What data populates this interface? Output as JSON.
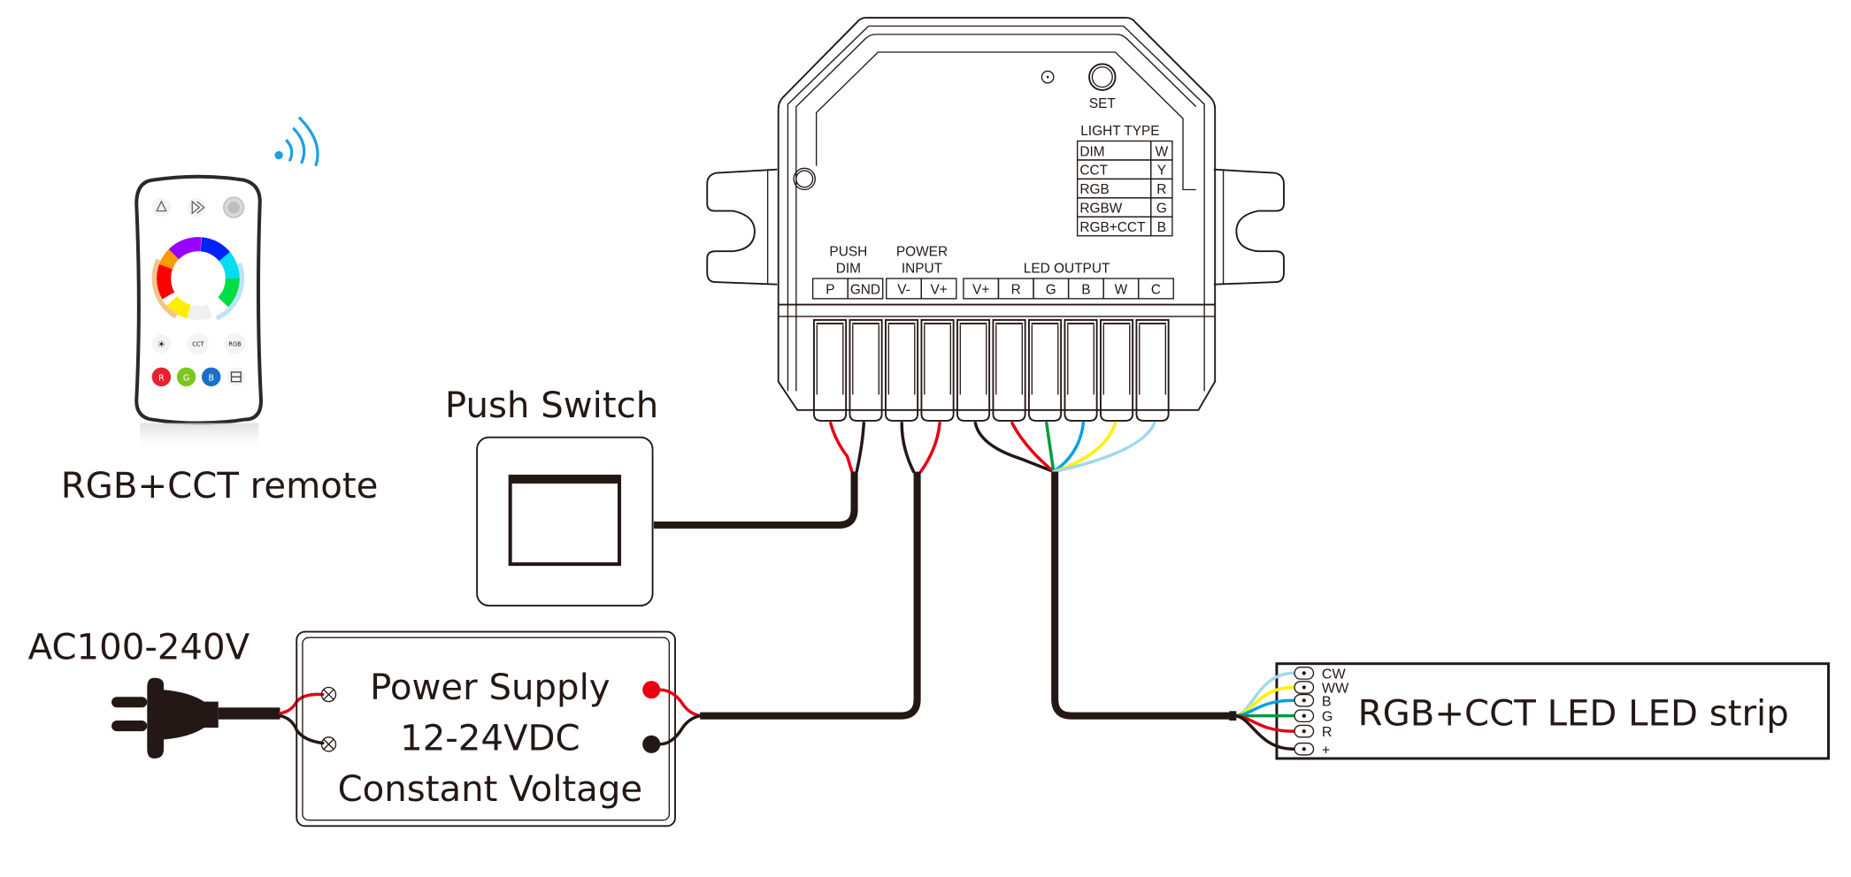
{
  "title": "RGB+CCT LED controller wiring diagram",
  "colors": {
    "ink": "#231815",
    "wire_red": "#e60012",
    "wire_black": "#231815",
    "wire_green": "#009944",
    "wire_blue": "#00a0e9",
    "wire_yellow": "#fff100",
    "wire_lightblue": "#a0d8ef",
    "signal_blue": "#1ea0e0"
  },
  "remote": {
    "label": "RGB+CCT remote",
    "buttons_top": [
      "scene-icon",
      "play-icon",
      "power-icon"
    ],
    "buttons_mid": [
      "☀",
      "CCT",
      "RGB"
    ],
    "buttons_color": [
      {
        "label": "R",
        "color": "#e8202f"
      },
      {
        "label": "G",
        "color": "#7dc520"
      },
      {
        "label": "B",
        "color": "#1c6fc9"
      }
    ],
    "save_icon": "save-icon"
  },
  "controller": {
    "set_label": "SET",
    "light_type": {
      "title": "LIGHT TYPE",
      "rows": [
        {
          "type": "DIM",
          "code": "W"
        },
        {
          "type": "CCT",
          "code": "Y"
        },
        {
          "type": "RGB",
          "code": "R"
        },
        {
          "type": "RGBW",
          "code": "G"
        },
        {
          "type": "RGB+CCT",
          "code": "B"
        }
      ]
    },
    "groups": [
      {
        "title_lines": [
          "PUSH",
          "DIM"
        ],
        "terminals": [
          "P",
          "GND"
        ]
      },
      {
        "title_lines": [
          "POWER",
          "INPUT"
        ],
        "terminals": [
          "V-",
          "V+"
        ]
      },
      {
        "title_lines": [
          "LED OUTPUT"
        ],
        "terminals": [
          "V+",
          "R",
          "G",
          "B",
          "W",
          "C"
        ]
      }
    ]
  },
  "push_switch": {
    "label": "Push Switch"
  },
  "power_supply": {
    "ac_label": "AC100-240V",
    "lines": [
      "Power Supply",
      "12-24VDC",
      "Constant Voltage"
    ]
  },
  "led_strip": {
    "label": "RGB+CCT LED LED strip",
    "pins": [
      "CW",
      "WW",
      "B",
      "G",
      "R",
      "+"
    ]
  }
}
